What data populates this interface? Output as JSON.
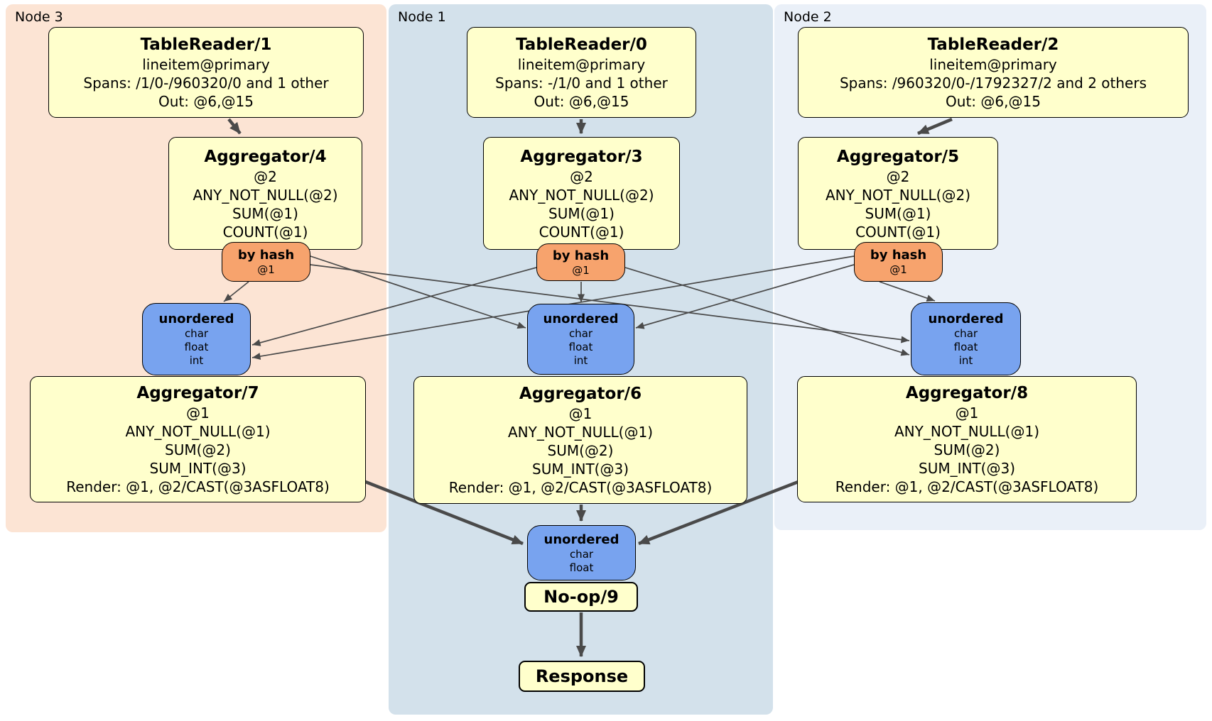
{
  "diagram": {
    "node3": {
      "label": "Node 3",
      "table_reader": {
        "title": "TableReader/1",
        "lines": [
          "lineitem@primary",
          "Spans: /1/0-/960320/0 and 1 other",
          "Out: @6,@15"
        ]
      },
      "aggregator_top": {
        "title": "Aggregator/4",
        "lines": [
          "@2",
          "ANY_NOT_NULL(@2)",
          "SUM(@1)",
          "COUNT(@1)"
        ]
      },
      "hash_router": {
        "title": "by hash",
        "lines": [
          "@1"
        ]
      },
      "sync": {
        "title": "unordered",
        "lines": [
          "char",
          "float",
          "int"
        ]
      },
      "aggregator_bottom": {
        "title": "Aggregator/7",
        "lines": [
          "@1",
          "ANY_NOT_NULL(@1)",
          "SUM(@2)",
          "SUM_INT(@3)",
          "Render: @1, @2/CAST(@3ASFLOAT8)"
        ]
      }
    },
    "node1": {
      "label": "Node 1",
      "table_reader": {
        "title": "TableReader/0",
        "lines": [
          "lineitem@primary",
          "Spans: -/1/0 and 1 other",
          "Out: @6,@15"
        ]
      },
      "aggregator_top": {
        "title": "Aggregator/3",
        "lines": [
          "@2",
          "ANY_NOT_NULL(@2)",
          "SUM(@1)",
          "COUNT(@1)"
        ]
      },
      "hash_router": {
        "title": "by hash",
        "lines": [
          "@1"
        ]
      },
      "sync": {
        "title": "unordered",
        "lines": [
          "char",
          "float",
          "int"
        ]
      },
      "aggregator_bottom": {
        "title": "Aggregator/6",
        "lines": [
          "@1",
          "ANY_NOT_NULL(@1)",
          "SUM(@2)",
          "SUM_INT(@3)",
          "Render: @1, @2/CAST(@3ASFLOAT8)"
        ]
      },
      "final_sync": {
        "title": "unordered",
        "lines": [
          "char",
          "float"
        ]
      },
      "noop": {
        "title": "No-op/9"
      },
      "response": {
        "title": "Response"
      }
    },
    "node2": {
      "label": "Node 2",
      "table_reader": {
        "title": "TableReader/2",
        "lines": [
          "lineitem@primary",
          "Spans: /960320/0-/1792327/2 and 2 others",
          "Out: @6,@15"
        ]
      },
      "aggregator_top": {
        "title": "Aggregator/5",
        "lines": [
          "@2",
          "ANY_NOT_NULL(@2)",
          "SUM(@1)",
          "COUNT(@1)"
        ]
      },
      "hash_router": {
        "title": "by hash",
        "lines": [
          "@1"
        ]
      },
      "sync": {
        "title": "unordered",
        "lines": [
          "char",
          "float",
          "int"
        ]
      },
      "aggregator_bottom": {
        "title": "Aggregator/8",
        "lines": [
          "@1",
          "ANY_NOT_NULL(@1)",
          "SUM(@2)",
          "SUM_INT(@3)",
          "Render: @1, @2/CAST(@3ASFLOAT8)"
        ]
      }
    }
  },
  "colors": {
    "node3_bg": "#fce4d4",
    "node1_bg": "#d3e1eb",
    "node2_bg": "#eaf0f8",
    "operator_bg": "#ffffcc",
    "hash_router_bg": "#f7a36d",
    "sync_bg": "#78a3ef",
    "edge": "#4a4a4a"
  }
}
